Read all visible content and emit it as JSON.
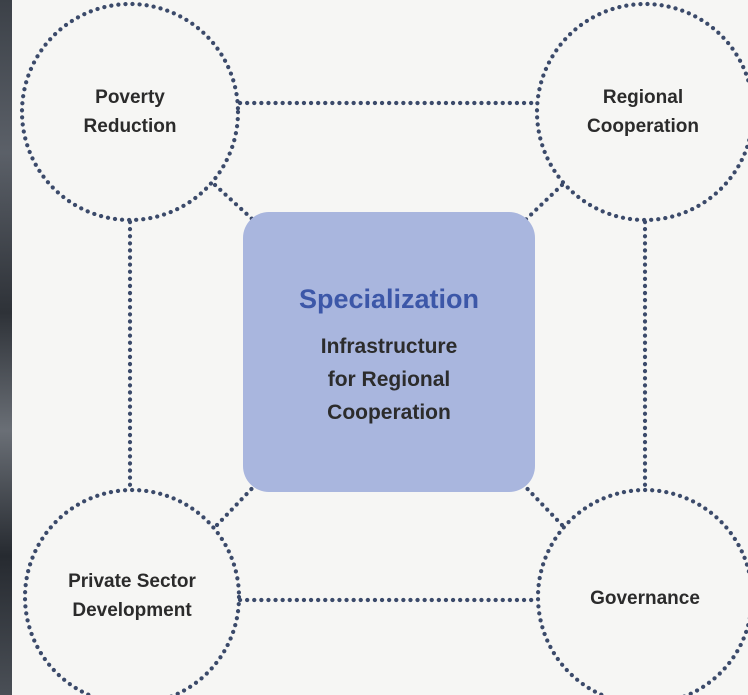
{
  "diagram": {
    "center": {
      "title": "Specialization",
      "subtitle": "Infrastructure\nfor Regional\nCooperation"
    },
    "nodes": {
      "top_left": "Poverty\nReduction",
      "top_right": "Regional\nCooperation",
      "bottom_left": "Private Sector\nDevelopment",
      "bottom_right": "Governance"
    },
    "colors": {
      "center_fill": "#a9b6de",
      "center_title": "#3c57a8",
      "dots": "#3b4a6a"
    }
  }
}
